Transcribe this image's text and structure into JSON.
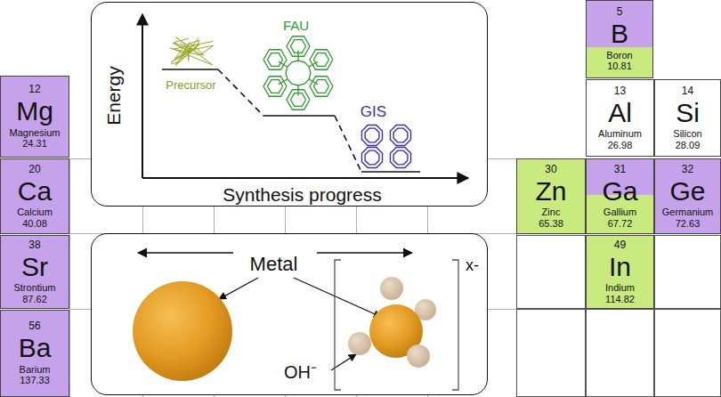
{
  "diagram": {
    "nodes": [
      {
        "text": [
          "Precursor",
          "FAU",
          "GIS",
          "Energy",
          "Synthesis progress"
        ]
      },
      {
        "text": [
          "5",
          "B",
          "Boron",
          "10.81"
        ]
      },
      {
        "text": [
          "12",
          "Mg",
          "Magnesium",
          "24.31"
        ]
      },
      {
        "text": [
          "13",
          "Al",
          "Aluminum",
          "26.98"
        ]
      },
      {
        "text": [
          "14",
          "Si",
          "Silicon",
          "28.09"
        ]
      },
      {
        "text": [
          "20",
          "Ca",
          "Calcium",
          "40.08"
        ]
      },
      {
        "text": [
          "30",
          "Zn",
          "Zinc",
          "65.38"
        ]
      },
      {
        "text": [
          "31",
          "Ga",
          "Gallium",
          "67.72"
        ]
      },
      {
        "text": [
          "32",
          "Ge",
          "Germanium",
          "72.63"
        ]
      },
      {
        "text": [
          "38",
          "Sr",
          "Strontium",
          "87.62"
        ]
      },
      {
        "text": [
          "Metal",
          "x-",
          "OH⁻"
        ]
      },
      {
        "text": [
          "49",
          "In",
          "Indium",
          "114.82"
        ]
      },
      {
        "text": [
          "56",
          "Ba",
          "Barium",
          "137.33"
        ]
      }
    ]
  }
}
